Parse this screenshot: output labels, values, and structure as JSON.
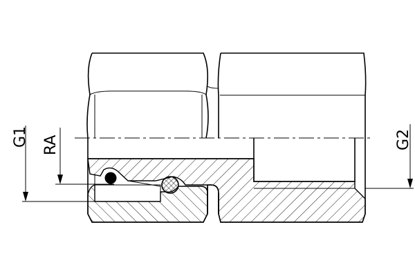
{
  "drawing": {
    "labels": {
      "g1": "G1",
      "ra": "RA",
      "g2": "G2"
    },
    "colors": {
      "line": "#000000",
      "background": "#ffffff"
    }
  }
}
